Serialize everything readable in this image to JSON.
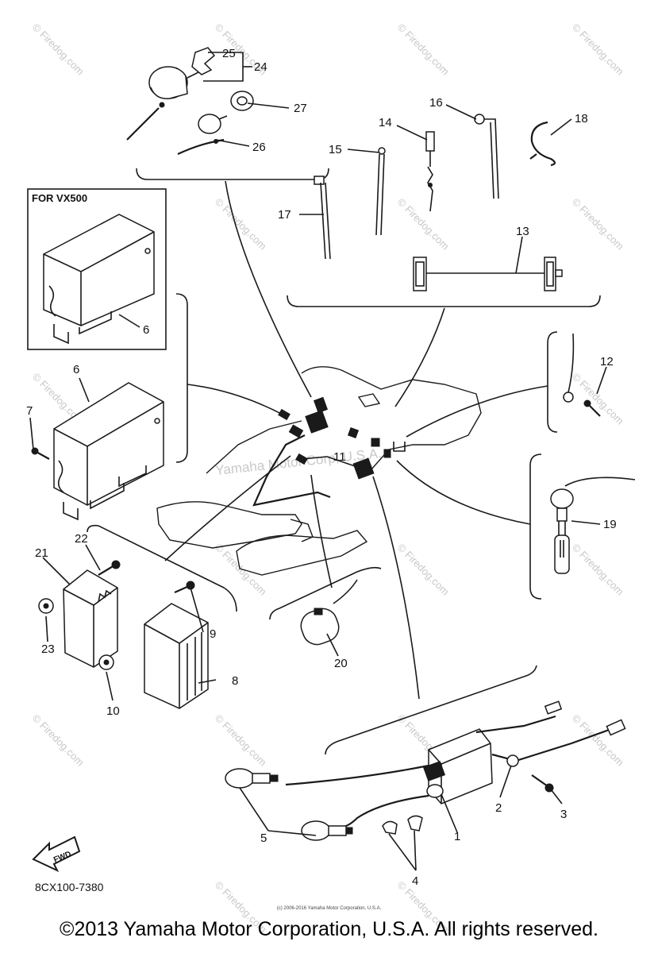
{
  "watermark": {
    "text": "© Firedog.com",
    "center_text": "Yamaha Motor Corp, U.S.A.",
    "color": "#c8c8c8"
  },
  "inset_label": "FOR VX500",
  "diagram_code": "8CX100-7380",
  "fwd_label": "FWD",
  "fine_print": "(c) 2006-2016 Yamaha Motor Corporation, U.S.A.",
  "copyright": "©2013 Yamaha Motor Corporation, U.S.A. All rights reserved.",
  "callouts": {
    "c1": "1",
    "c2": "2",
    "c3": "3",
    "c4": "4",
    "c5": "5",
    "c6a": "6",
    "c6b": "6",
    "c7": "7",
    "c8": "8",
    "c9": "9",
    "c10": "10",
    "c11": "11",
    "c12": "12",
    "c13": "13",
    "c14": "14",
    "c15": "15",
    "c16": "16",
    "c17": "17",
    "c18": "18",
    "c19": "19",
    "c20": "20",
    "c21": "21",
    "c22": "22",
    "c23": "23",
    "c24": "24",
    "c25": "25",
    "c26": "26",
    "c27": "27"
  },
  "icons": [
    "fwd-arrow-icon",
    "firedog-watermark"
  ]
}
